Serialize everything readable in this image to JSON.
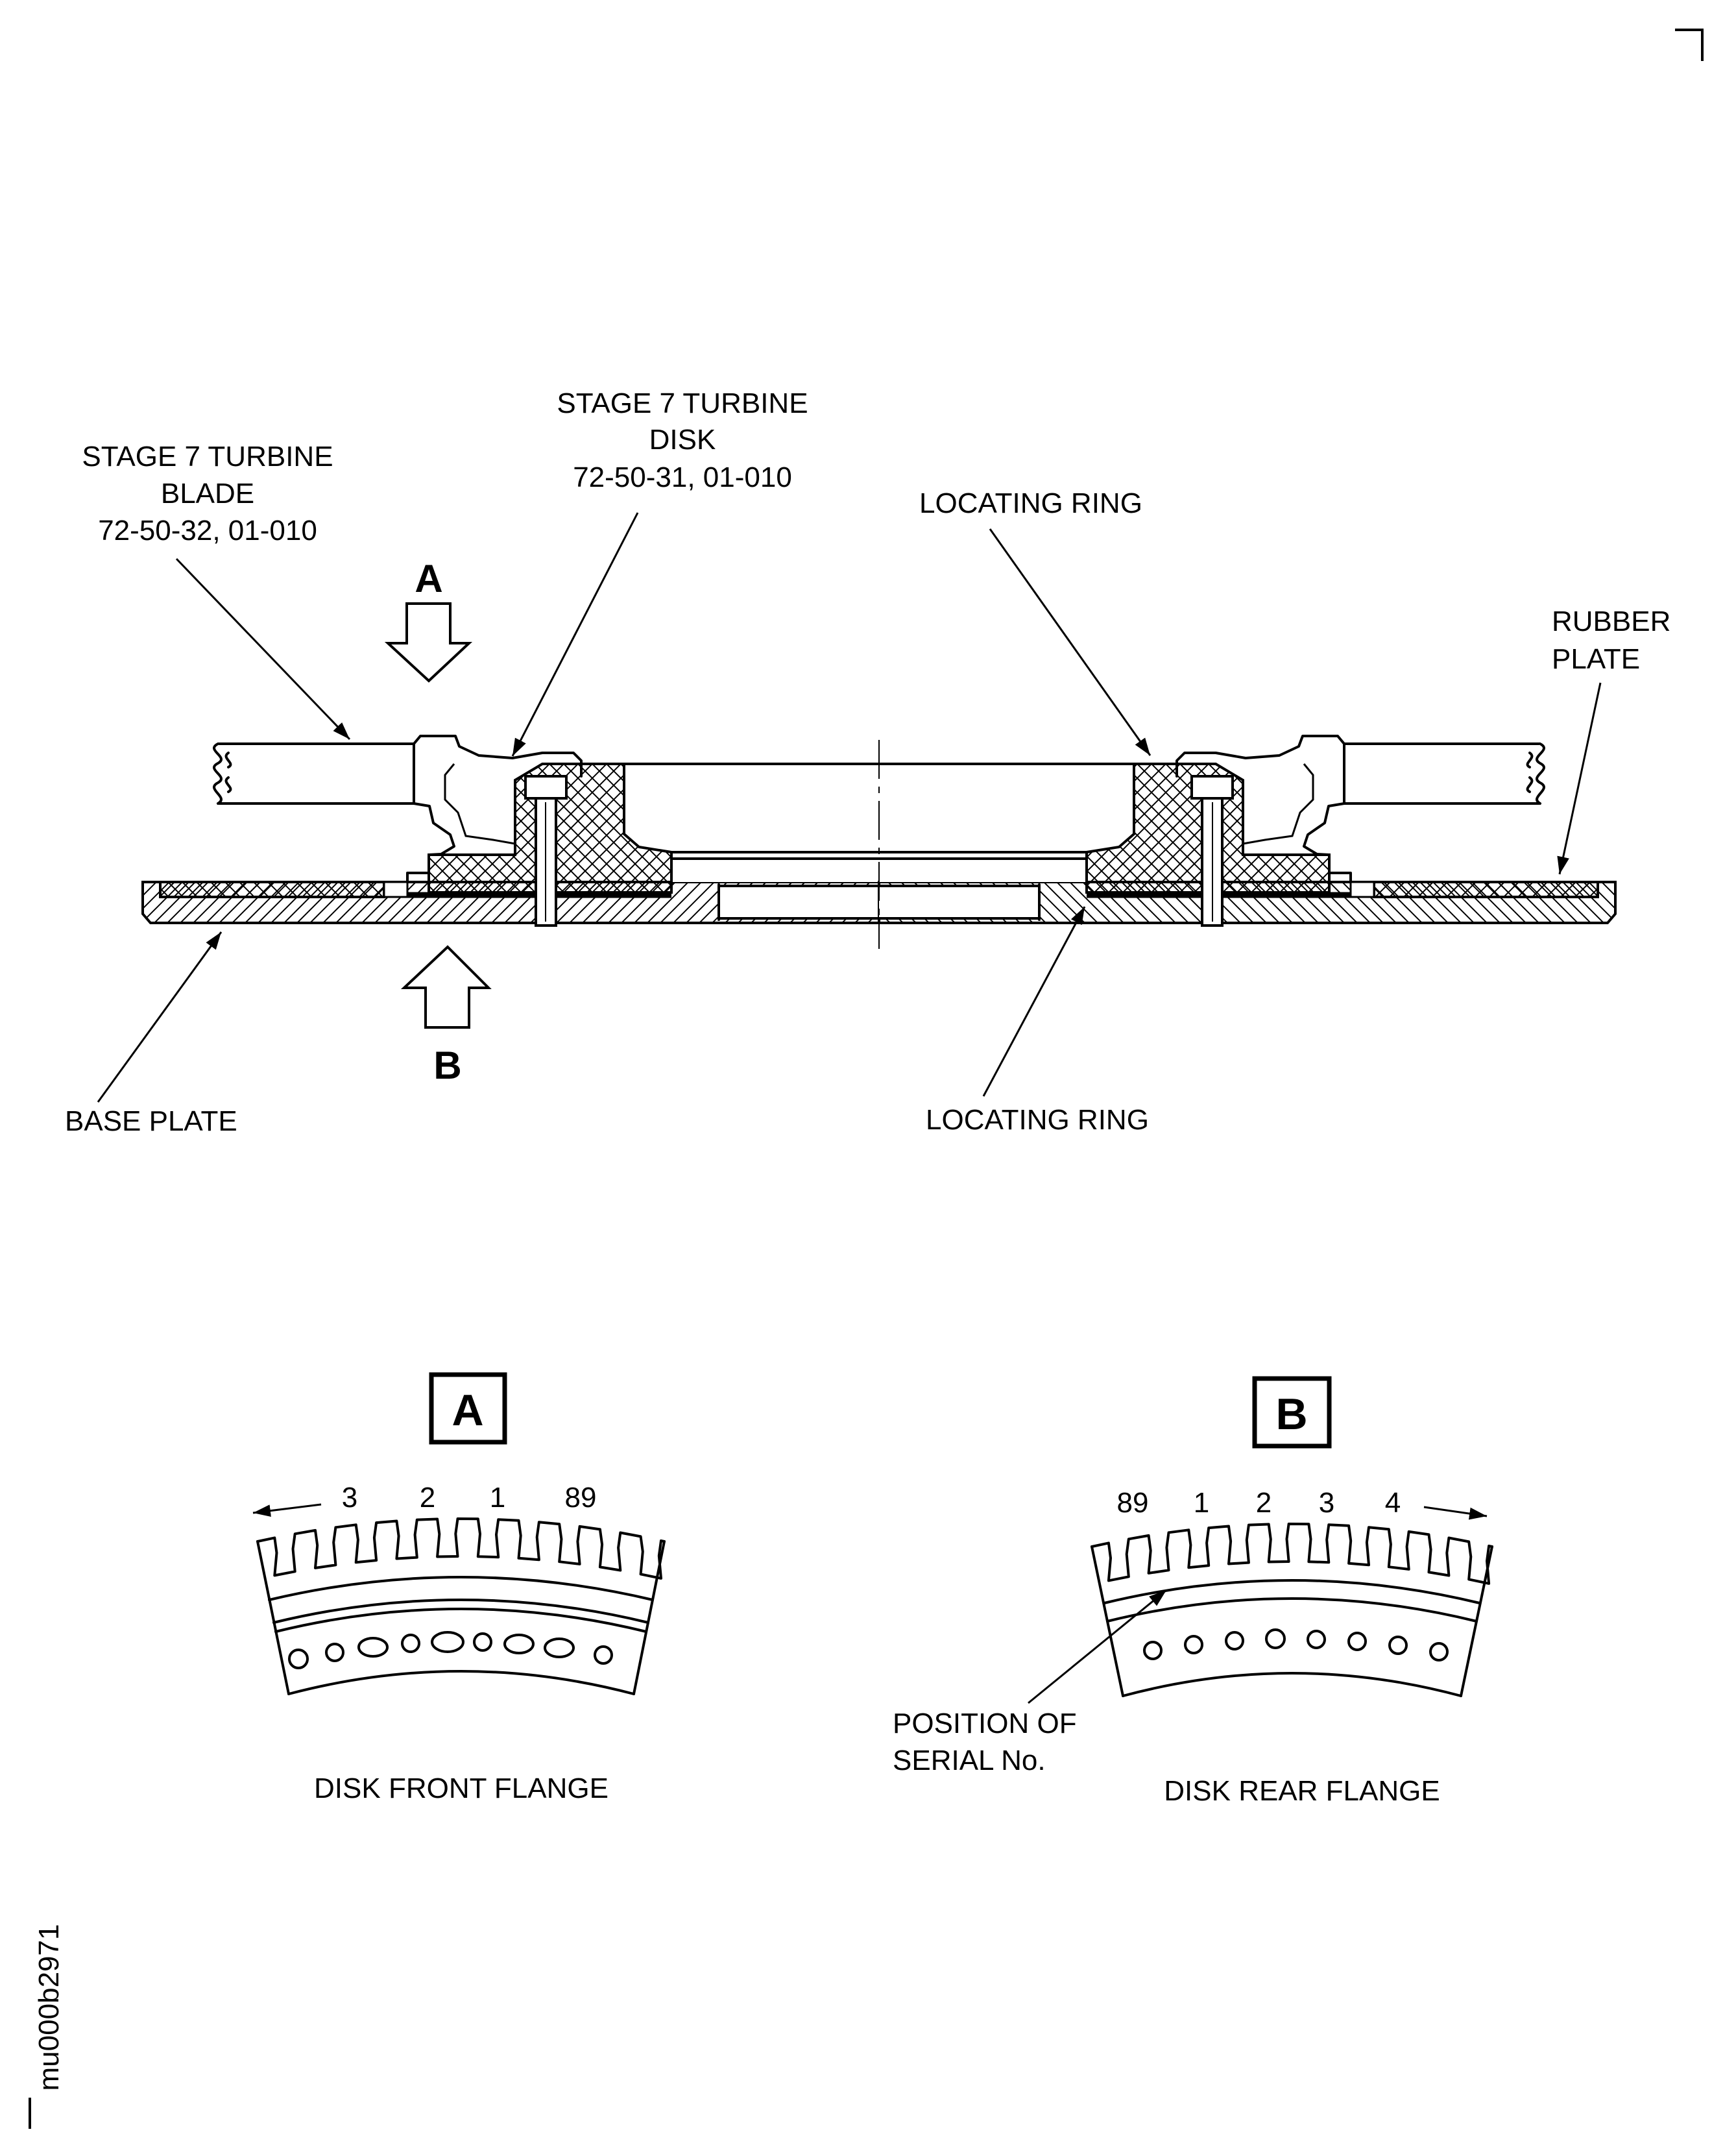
{
  "drawing_id": "mu000b2971",
  "labels": {
    "blade": [
      "STAGE 7 TURBINE",
      "BLADE",
      "72-50-32, 01-010"
    ],
    "disk": [
      "STAGE 7 TURBINE",
      "DISK",
      "72-50-31, 01-010"
    ],
    "locating_ring_top": "LOCATING RING",
    "rubber_plate": [
      "RUBBER",
      "PLATE"
    ],
    "view_a_arrow": "A",
    "view_b_arrow": "B",
    "base_plate": "BASE PLATE",
    "locating_ring_bottom": "LOCATING RING"
  },
  "view_a": {
    "title": "A",
    "numbers": [
      "3",
      "2",
      "1",
      "89"
    ],
    "caption": "DISK FRONT FLANGE"
  },
  "view_b": {
    "title": "B",
    "numbers": [
      "89",
      "1",
      "2",
      "3",
      "4"
    ],
    "caption": "DISK REAR FLANGE",
    "serial_note": [
      "POSITION OF",
      "SERIAL No."
    ]
  }
}
